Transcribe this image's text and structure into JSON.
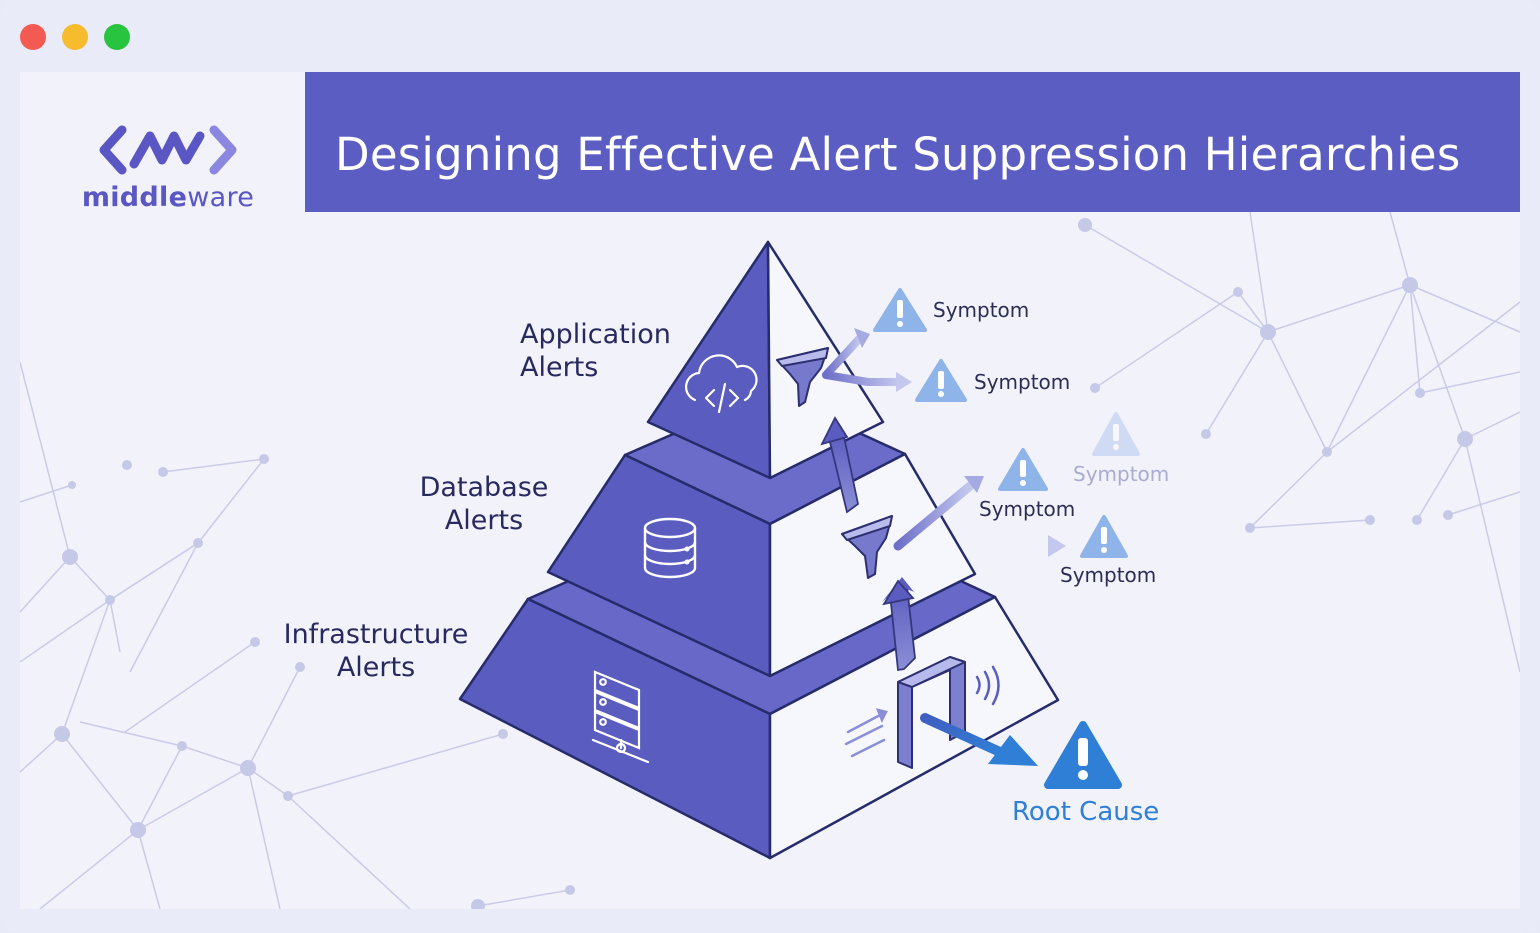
{
  "window": {
    "controls": [
      "close",
      "minimize",
      "maximize"
    ]
  },
  "logo": {
    "mark_icon": "code-bracket-wave-icon",
    "text_prefix": "middle",
    "text_suffix": "ware"
  },
  "banner": {
    "title": "Designing Effective Alert Suppression Hierarchies"
  },
  "pyramid": {
    "tiers": [
      {
        "label_line1": "Application",
        "label_line2": "Alerts",
        "icon": "cloud-code-icon"
      },
      {
        "label_line1": "Database",
        "label_line2": "Alerts",
        "icon": "database-icon"
      },
      {
        "label_line1": "Infrastructure",
        "label_line2": "Alerts",
        "icon": "server-rack-icon"
      }
    ]
  },
  "symptoms": {
    "app_1": "Symptom",
    "app_2": "Symptom",
    "db_1": "Symptom",
    "db_faded": "Symptom",
    "db_2": "Symptom"
  },
  "root_cause": {
    "label": "Root Cause"
  },
  "colors": {
    "brand": "#5b5dc2",
    "pyramid_dark": "#5b5cc0",
    "pyramid_outline": "#2a2a6e",
    "warning": "#8fb4ea",
    "root_cause": "#2f7fd6"
  }
}
